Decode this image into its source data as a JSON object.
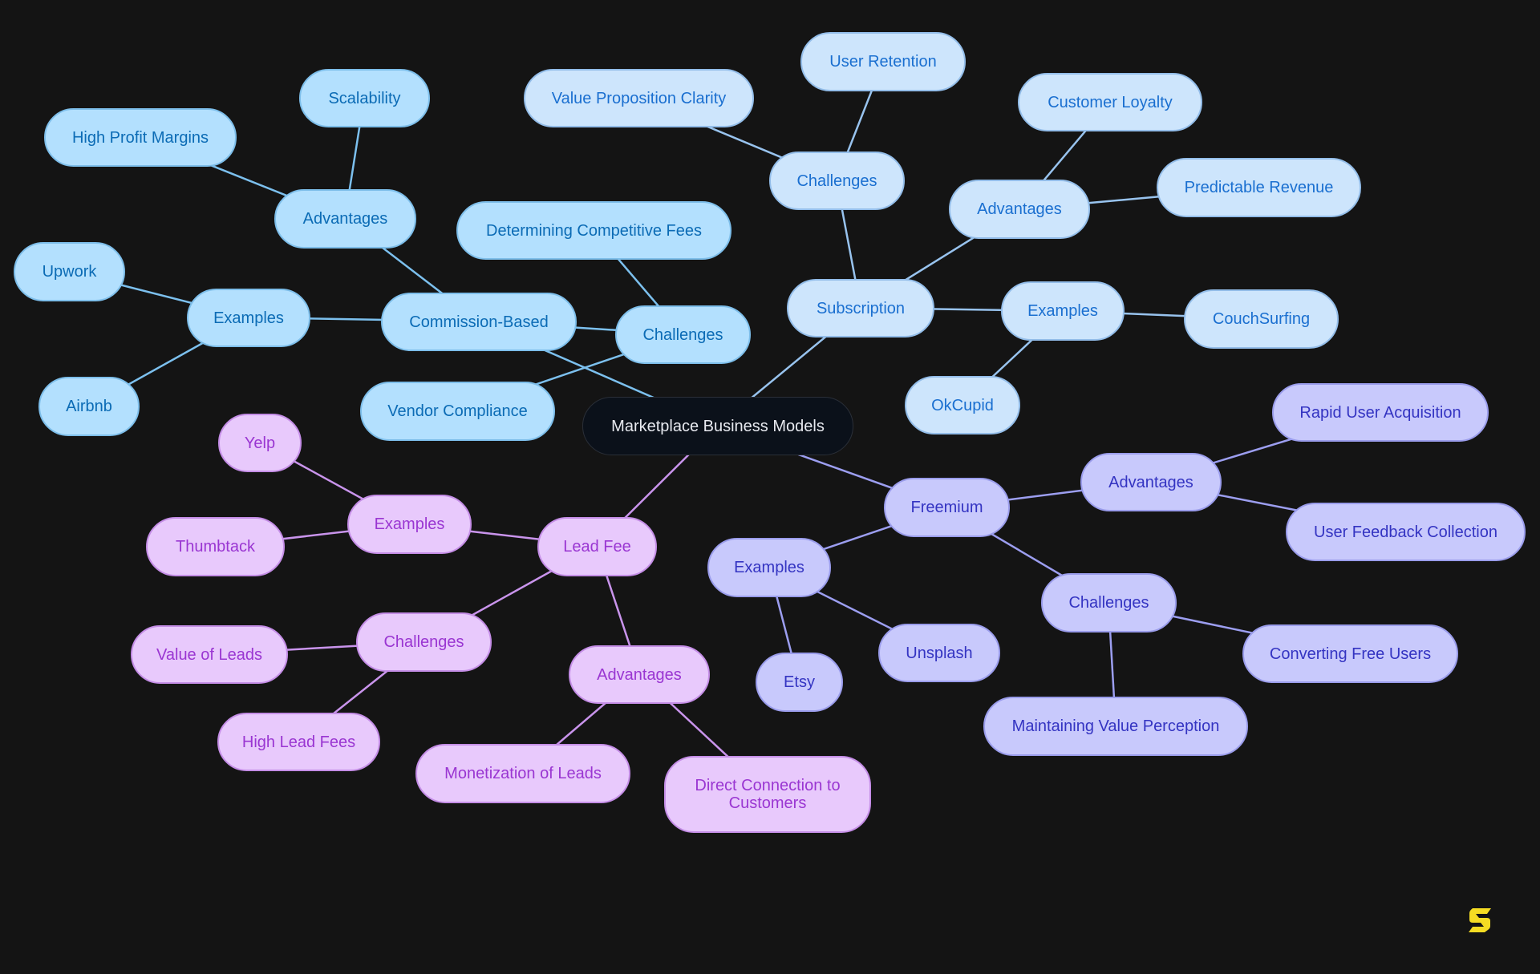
{
  "title": "Marketplace Business Models",
  "colors": {
    "background": "#141414",
    "root_fill": "#0B111A",
    "commission_fill": "#B3E0FE",
    "commission_text": "#0B6BB5",
    "commission_line": "#7CC0EE",
    "subscription_fill": "#CDE5FC",
    "subscription_text": "#1A6FD0",
    "subscription_line": "#98C3EE",
    "freemium_fill": "#C8C9FC",
    "freemium_text": "#3434C2",
    "freemium_line": "#9C9EF0",
    "leadfee_fill": "#E8C9FC",
    "leadfee_text": "#9A36D2",
    "leadfee_line": "#C994EC",
    "logo": "#F5DC23"
  },
  "nodes": {
    "root": "Marketplace Business Models",
    "commission": {
      "label": "Commission-Based",
      "advantages": {
        "label": "Advantages",
        "items": [
          "Scalability",
          "High Profit Margins"
        ]
      },
      "examples": {
        "label": "Examples",
        "items": [
          "Upwork",
          "Airbnb"
        ]
      },
      "challenges": {
        "label": "Challenges",
        "items": [
          "Determining Competitive Fees",
          "Vendor Compliance"
        ]
      }
    },
    "subscription": {
      "label": "Subscription",
      "challenges": {
        "label": "Challenges",
        "items": [
          "User Retention",
          "Value Proposition Clarity"
        ]
      },
      "advantages": {
        "label": "Advantages",
        "items": [
          "Customer Loyalty",
          "Predictable Revenue"
        ]
      },
      "examples": {
        "label": "Examples",
        "items": [
          "CouchSurfing",
          "OkCupid"
        ]
      }
    },
    "freemium": {
      "label": "Freemium",
      "advantages": {
        "label": "Advantages",
        "items": [
          "Rapid User Acquisition",
          "User Feedback Collection"
        ]
      },
      "examples": {
        "label": "Examples",
        "items": [
          "Etsy",
          "Unsplash"
        ]
      },
      "challenges": {
        "label": "Challenges",
        "items": [
          "Converting Free Users",
          "Maintaining Value Perception"
        ]
      }
    },
    "leadfee": {
      "label": "Lead Fee",
      "examples": {
        "label": "Examples",
        "items": [
          "Yelp",
          "Thumbtack"
        ]
      },
      "challenges": {
        "label": "Challenges",
        "items": [
          "Value of Leads",
          "High Lead Fees"
        ]
      },
      "advantages": {
        "label": "Advantages",
        "items": [
          "Monetization of Leads",
          "Direct Connection to Customers"
        ]
      }
    }
  },
  "logo": {
    "icon": "s-logo-icon"
  }
}
